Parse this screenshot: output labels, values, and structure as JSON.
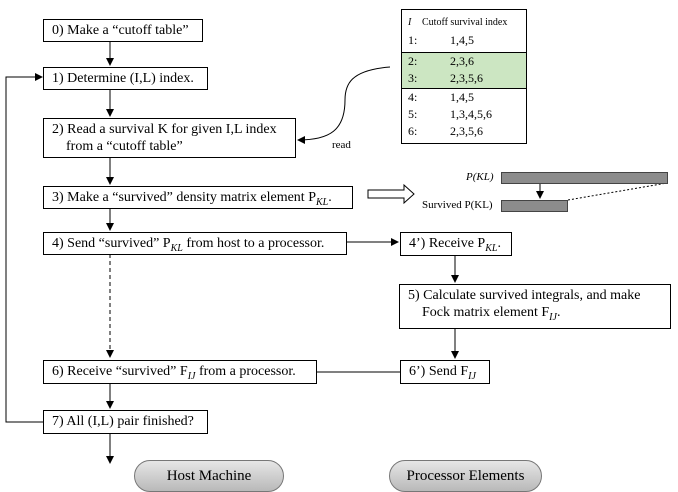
{
  "steps": {
    "s0": "0) Make a “cutoff table”",
    "s1": "1) Determine (I,L) index.",
    "s2a": "2) Read a survival K for given I,L index",
    "s2b": "from a “cutoff table”",
    "s3": "3) Make a “survived” density matrix element P",
    "s3_sub": "KL",
    "s3_end": ".",
    "s4": "4) Send “survived” P",
    "s4_sub": "KL",
    "s4_end": " from host to a processor.",
    "s4p": "4’) Receive P",
    "s4p_sub": "KL",
    "s4p_end": ".",
    "s5a": "5) Calculate survived integrals, and make",
    "s5b": "Fock matrix element F",
    "s5b_sub": "IJ",
    "s5b_end": ".",
    "s6": "6) Receive “survived” F",
    "s6_sub": "IJ",
    "s6_end": " from a processor.",
    "s6p": "6’) Send F",
    "s6p_sub": "IJ",
    "s7": "7) All (I,L) pair finished?"
  },
  "cutoff_table": {
    "header_i": "I",
    "header_index": "Cutoff survival index",
    "rows": [
      {
        "i": "1:",
        "values": "1,4,5",
        "highlight": false
      },
      {
        "i": "2:",
        "values": "2,3,6",
        "highlight": true
      },
      {
        "i": "3:",
        "values": "2,3,5,6",
        "highlight": true
      },
      {
        "i": "4:",
        "values": "1,4,5",
        "highlight": false
      },
      {
        "i": "5:",
        "values": "1,3,4,5,6",
        "highlight": false
      },
      {
        "i": "6:",
        "values": "2,3,5,6",
        "highlight": false
      }
    ],
    "highlight_color": "#cce6c2"
  },
  "labels": {
    "read": "read",
    "p_kl": "P(KL)",
    "survived_p_kl": "Survived P(KL)"
  },
  "groups": {
    "host": "Host Machine",
    "processor": "Processor Elements"
  }
}
